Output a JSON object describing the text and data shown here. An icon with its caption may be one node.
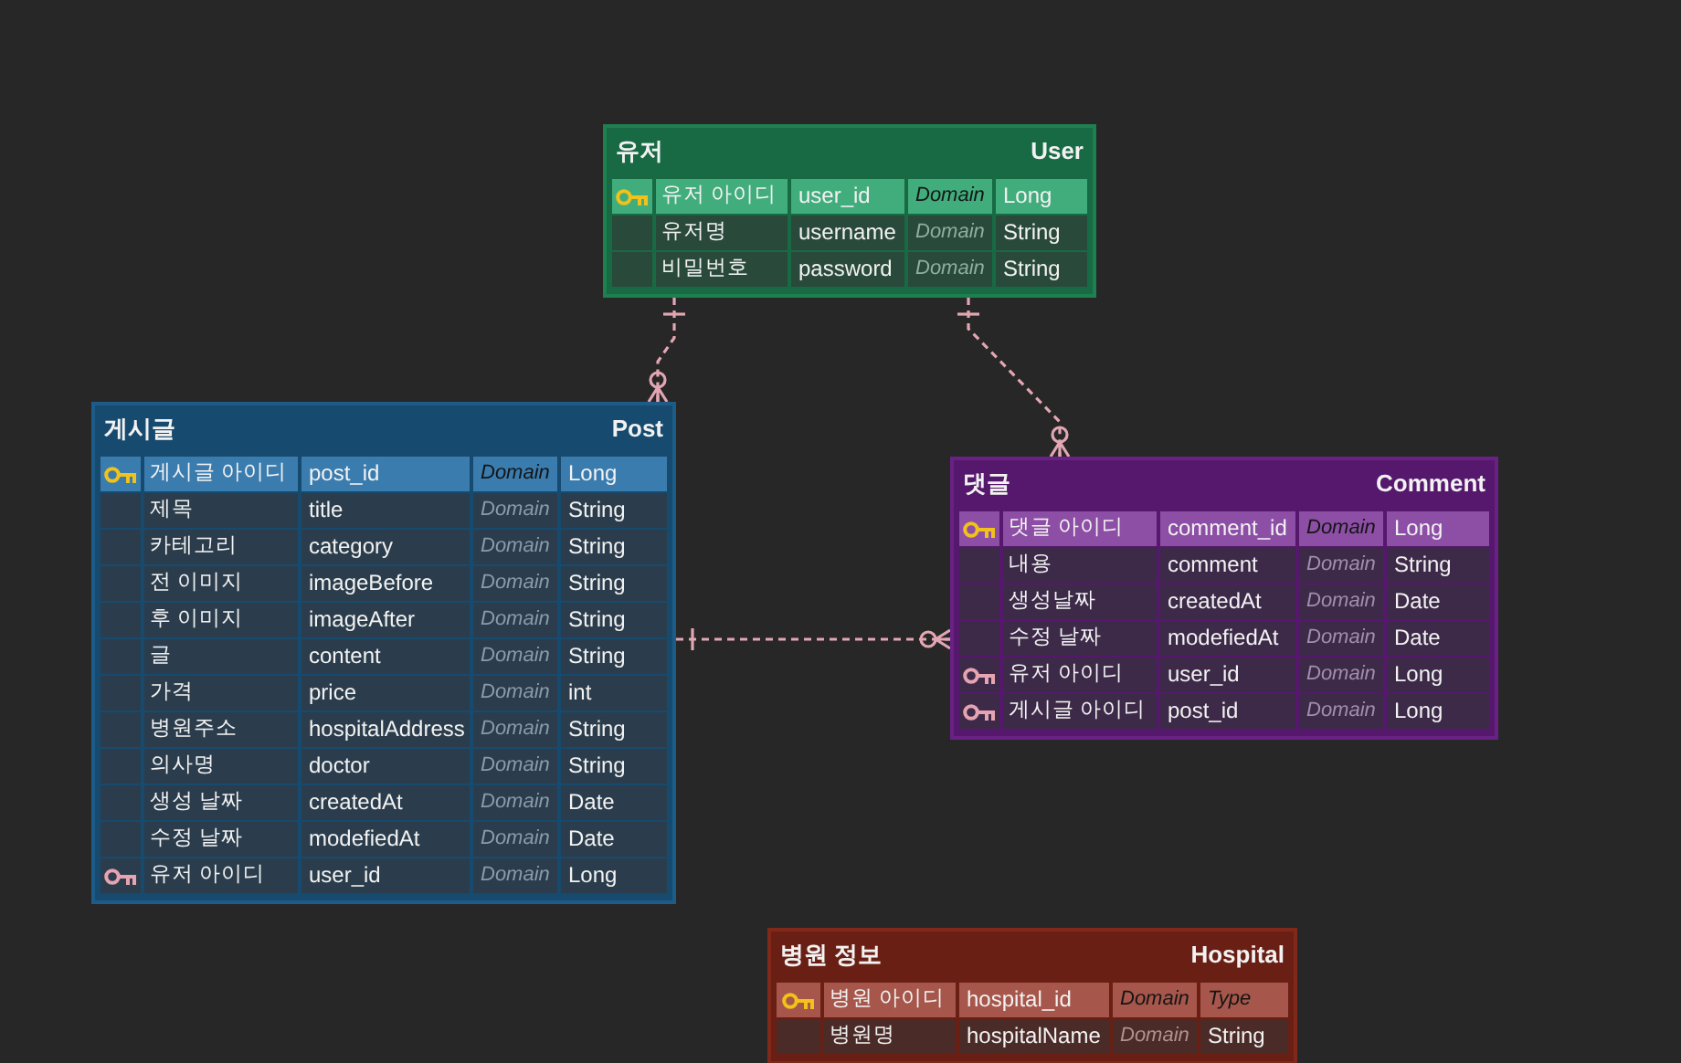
{
  "diagram": {
    "nodes": [
      {
        "text": [
          "유저",
          "User"
        ]
      },
      {
        "text": [
          "유저 아이디",
          "user_id",
          "Domain",
          "Long"
        ],
        "in": 0
      },
      {
        "text": [
          "유저명",
          "username",
          "Domain",
          "String"
        ],
        "in": 0
      },
      {
        "text": [
          "비밀번호",
          "password",
          "Domain",
          "String"
        ],
        "in": 0
      },
      {
        "text": [
          "게시글",
          "Post"
        ]
      },
      {
        "text": [
          "게시글 아이디",
          "post_id",
          "Domain",
          "Long"
        ],
        "in": 4
      },
      {
        "text": [
          "제목",
          "title",
          "Domain",
          "String"
        ],
        "in": 4
      },
      {
        "text": [
          "카테고리",
          "category",
          "Domain",
          "String"
        ],
        "in": 4
      },
      {
        "text": [
          "전 이미지",
          "imageBefore",
          "Domain",
          "String"
        ],
        "in": 4
      },
      {
        "text": [
          "후 이미지",
          "imageAfter",
          "Domain",
          "String"
        ],
        "in": 4
      },
      {
        "text": [
          "글",
          "content",
          "Domain",
          "String"
        ],
        "in": 4
      },
      {
        "text": [
          "가격",
          "price",
          "Domain",
          "int"
        ],
        "in": 4
      },
      {
        "text": [
          "병원주소",
          "hospitalAddress",
          "Domain",
          "String"
        ],
        "in": 4
      },
      {
        "text": [
          "의사명",
          "doctor",
          "Domain",
          "String"
        ],
        "in": 4
      },
      {
        "text": [
          "생성 날짜",
          "createdAt",
          "Domain",
          "Date"
        ],
        "in": 4
      },
      {
        "text": [
          "수정 날짜",
          "modefiedAt",
          "Domain",
          "Date"
        ],
        "in": 4
      },
      {
        "text": [
          "유저 아이디",
          "user_id",
          "Domain",
          "Long"
        ],
        "in": 4
      },
      {
        "text": [
          "댓글",
          "Comment"
        ]
      },
      {
        "text": [
          "댓글 아이디",
          "comment_id",
          "Domain",
          "Long"
        ],
        "in": 17
      },
      {
        "text": [
          "내용",
          "comment",
          "Domain",
          "String"
        ],
        "in": 17
      },
      {
        "text": [
          "생성날짜",
          "createdAt",
          "Domain",
          "Date"
        ],
        "in": 17
      },
      {
        "text": [
          "수정 날짜",
          "modefiedAt",
          "Domain",
          "Date"
        ],
        "in": 17
      },
      {
        "text": [
          "유저 아이디",
          "user_id",
          "Domain",
          "Long"
        ],
        "in": 17
      },
      {
        "text": [
          "게시글 아이디",
          "post_id",
          "Domain",
          "Long"
        ],
        "in": 17
      },
      {
        "text": [
          "병원 정보",
          "Hospital"
        ]
      },
      {
        "text": [
          "병원 아이디",
          "hospital_id",
          "Domain",
          "Type"
        ],
        "in": 24
      },
      {
        "text": [
          "병원명",
          "hospitalName",
          "Domain",
          "String"
        ],
        "in": 24
      }
    ],
    "edges": [
      {
        "from": 0,
        "to": 4,
        "arrow": "other",
        "style": "dashed"
      },
      {
        "from": 0,
        "to": 17,
        "arrow": "other",
        "style": "dashed"
      },
      {
        "from": 4,
        "to": 17,
        "arrow": "other",
        "style": "dashed"
      }
    ]
  }
}
